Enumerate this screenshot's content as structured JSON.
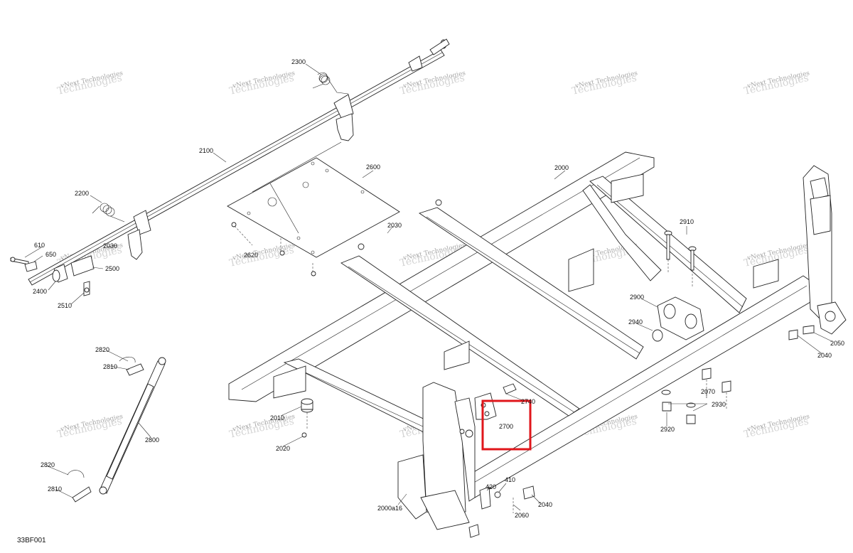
{
  "diagram_code": "33BF001",
  "watermark": {
    "line1": "vNext Technologies",
    "line2": "Technologies"
  },
  "labels": {
    "l2300": "2300",
    "l2100": "2100",
    "l2200": "2200",
    "l2600": "2600",
    "l2000": "2000",
    "l2030a": "2030",
    "l2030b": "2030",
    "l610": "610",
    "l650": "650",
    "l2500": "2500",
    "l2400": "2400",
    "l2510": "2510",
    "l2620": "2620",
    "l2910": "2910",
    "l2900": "2900",
    "l2940": "2940",
    "l2050": "2050",
    "l2040a": "2040",
    "l2820a": "2820",
    "l2810a": "2810",
    "l2800": "2800",
    "l2820b": "2820",
    "l2810b": "2810",
    "l2010": "2010",
    "l2020": "2020",
    "l2740": "2740",
    "l2700": "2700",
    "l2070": "2070",
    "l2930": "2930",
    "l2920": "2920",
    "l420": "420",
    "l410": "410",
    "l2040b": "2040",
    "l2060": "2060",
    "l2000a16": "2000a16"
  },
  "highlight": {
    "part": "2700",
    "color": "#e0161b"
  }
}
